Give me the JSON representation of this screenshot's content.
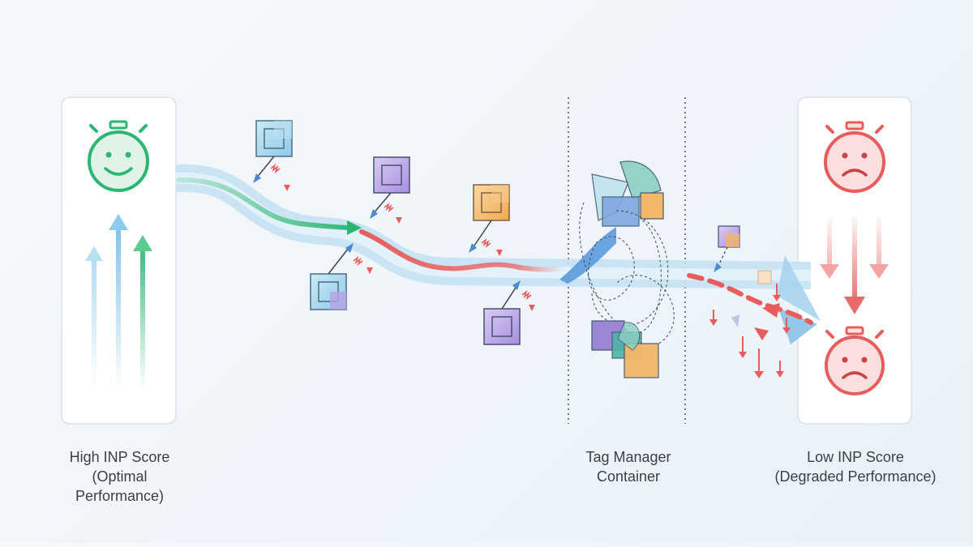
{
  "labels": {
    "left_line1": "High INP Score",
    "left_line2": "(Optimal Performance)",
    "middle_line1": "Tag Manager",
    "middle_line2": "Container",
    "right_line1": "Low INP Score",
    "right_line2": "(Degraded Performance)"
  },
  "colors": {
    "good": "#2bb673",
    "bad": "#e85c5c",
    "stream": "#a9d4f0",
    "tag_blue": "#5b9bd5",
    "tag_purple": "#9b7fd4",
    "tag_orange": "#f2a84f"
  },
  "icons": {
    "happy_stopwatch": "happy-stopwatch-icon",
    "sad_stopwatch": "sad-stopwatch-icon",
    "tag_box": "tag-box-icon"
  }
}
